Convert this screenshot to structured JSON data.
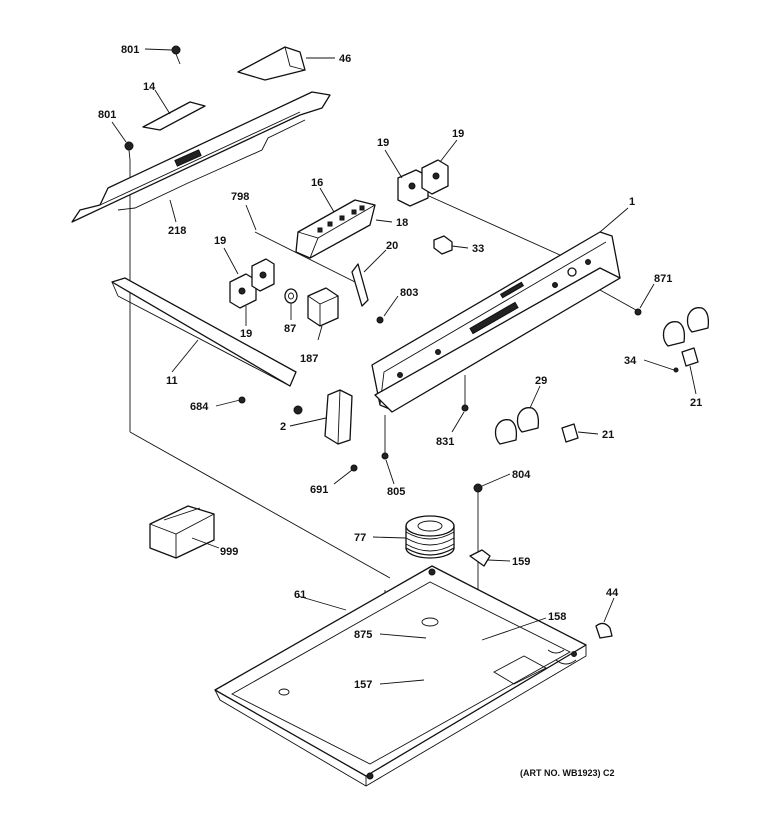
{
  "diagram": {
    "art_number": "(ART NO. WB1923) C2",
    "callouts": {
      "c801a": "801",
      "c46": "46",
      "c14": "14",
      "c801b": "801",
      "c218": "218",
      "c19a": "19",
      "c19b": "19",
      "c16": "16",
      "c798": "798",
      "c18": "18",
      "c20": "20",
      "c33": "33",
      "c1": "1",
      "c19c": "19",
      "c19d": "19",
      "c87": "87",
      "c187": "187",
      "c803": "803",
      "c871": "871",
      "c11": "11",
      "c34": "34",
      "c21a": "21",
      "c684": "684",
      "c29": "29",
      "c2": "2",
      "c831": "831",
      "c21b": "21",
      "c691": "691",
      "c805": "805",
      "c804": "804",
      "c77": "77",
      "c999": "999",
      "c159": "159",
      "c61": "61",
      "c44": "44",
      "c158": "158",
      "c875": "875",
      "c157": "157"
    }
  }
}
